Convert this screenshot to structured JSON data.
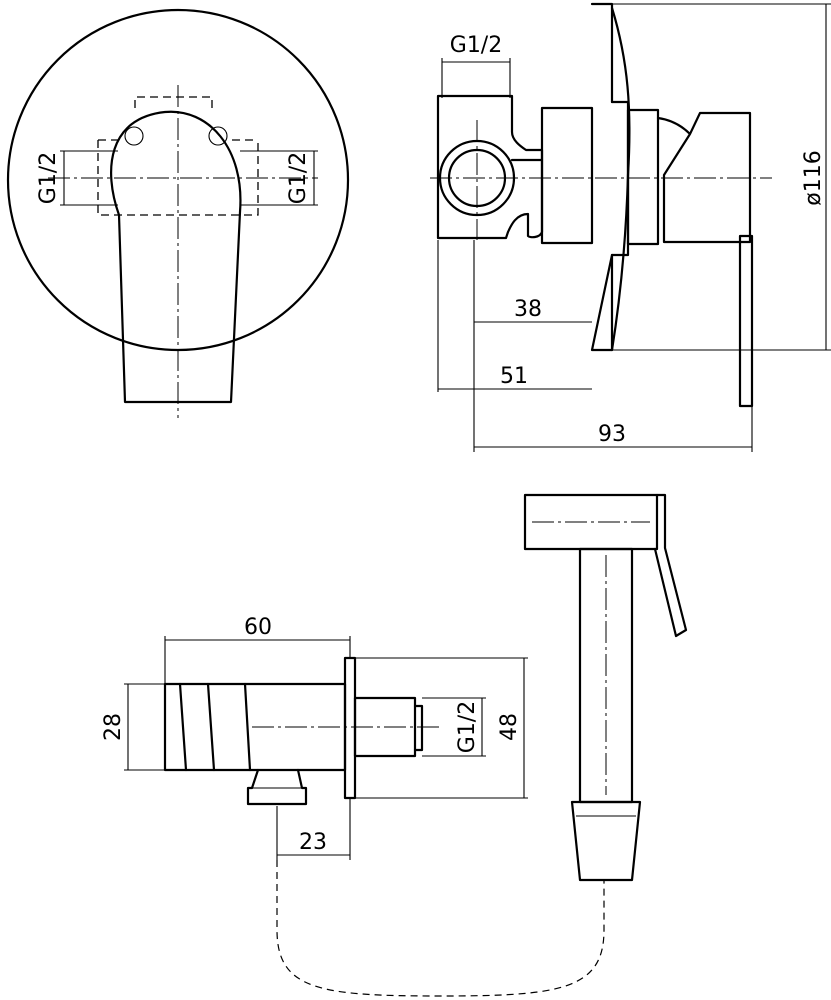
{
  "dimensions": {
    "thread_top": "G1/2",
    "thread_left": "G1/2",
    "thread_right": "G1/2",
    "diameter": "ø116",
    "d38": "38",
    "d51": "51",
    "d93": "93",
    "d60": "60",
    "d28": "28",
    "d48": "48",
    "thread_holder": "G1/2",
    "d23": "23"
  },
  "colors": {
    "line": "#000000",
    "background": "#ffffff"
  }
}
